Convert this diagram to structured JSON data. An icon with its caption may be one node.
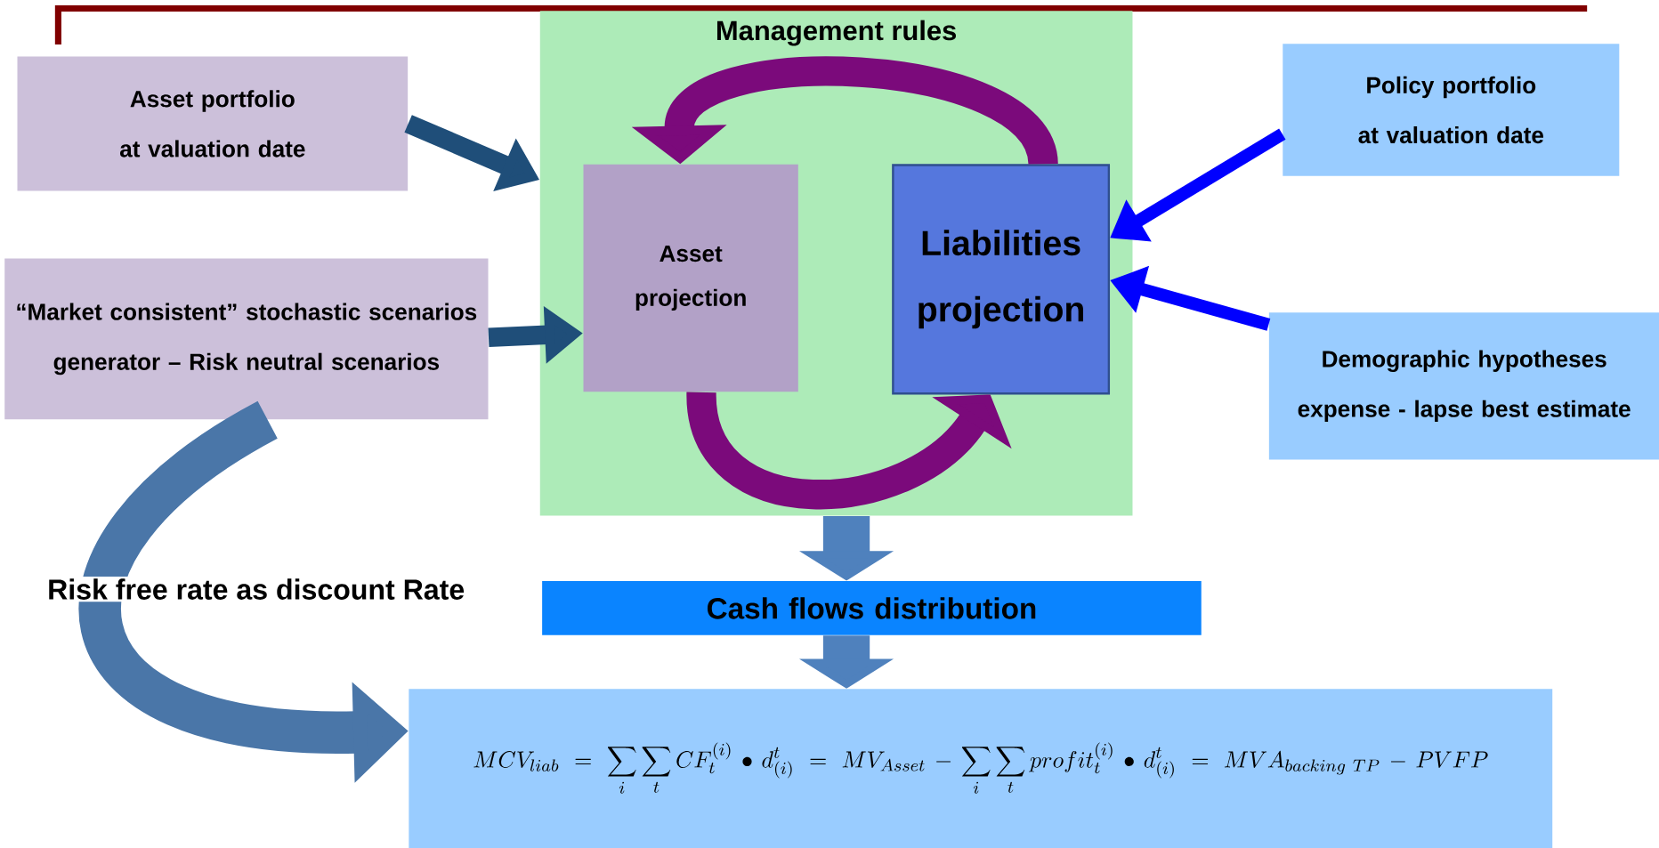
{
  "diagram": {
    "nodes": [
      {
        "text": [
          "Asset portfolio at valuation date"
        ]
      },
      {
        "text": [
          "“Market consistent” stochastic scenarios generator – Risk neutral scenarios"
        ]
      },
      {
        "text": [
          "Management rules"
        ]
      },
      {
        "text": [
          "Asset projection"
        ],
        "in": 2
      },
      {
        "text": [
          "Liabilities projection"
        ],
        "in": 2
      },
      {
        "text": [
          "Policy portfolio at valuation date"
        ]
      },
      {
        "text": [
          "Demographic hypotheses expense - lapse best estimate"
        ]
      },
      {
        "text": [
          "Cash flows distribution"
        ]
      },
      {
        "text": [
          "MCV_{liab}=\\sum_{i}\\sum_{t}CF_{t}^{(i)}\\bullet d_{(i)}^{t}=MV_{Asset}-\\sum_{i}\\sum_{t}profit_{t}^{(i)}\\bullet d_{(i)}^{t}=MVA_{backing\\ TP}-PVFP"
        ]
      }
    ],
    "edges": [
      {
        "from": 0,
        "to": 2,
        "arrow": "to",
        "color": "#1f4e79"
      },
      {
        "from": 1,
        "to": 3,
        "arrow": "to",
        "color": "#1f4e79"
      },
      {
        "from": 5,
        "to": 4,
        "arrow": "to",
        "color": "#0000ff"
      },
      {
        "from": 6,
        "to": 4,
        "arrow": "to",
        "color": "#0000ff"
      },
      {
        "from": 4,
        "to": 3,
        "arrow": "to",
        "color": "#7b0a7b"
      },
      {
        "from": 3,
        "to": 4,
        "arrow": "to",
        "color": "#7b0a7b"
      },
      {
        "from": 2,
        "to": 7,
        "arrow": "to",
        "color": "#4f81bd"
      },
      {
        "from": 7,
        "to": 8,
        "arrow": "to",
        "color": "#4f81bd"
      },
      {
        "from": 1,
        "to": 8,
        "arrow": "to",
        "color": "#4a76a8",
        "label": "Risk free rate as discount Rate"
      }
    ]
  }
}
